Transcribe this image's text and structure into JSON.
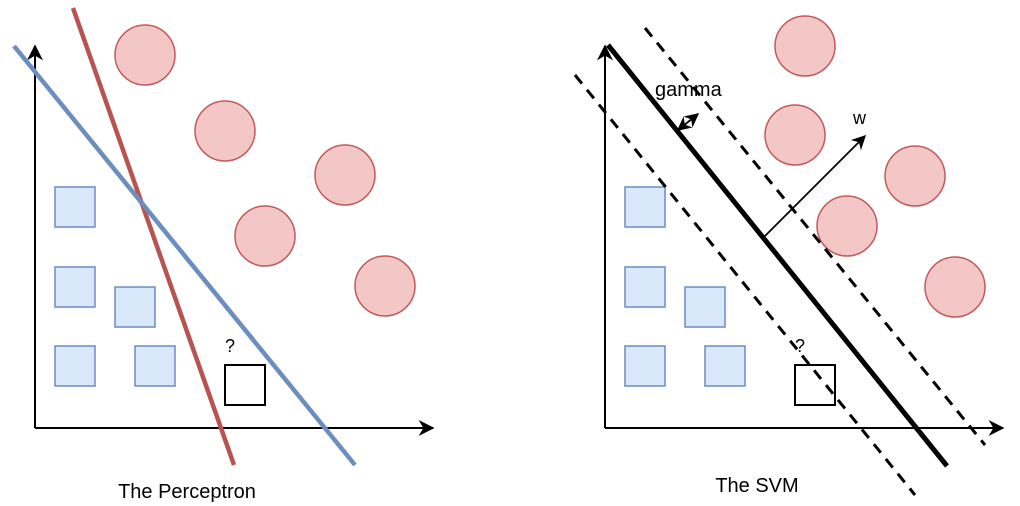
{
  "panels": [
    {
      "caption": "The Perceptron",
      "unknown_label": "?"
    },
    {
      "caption": "The SVM",
      "unknown_label": "?",
      "margin_label": "gamma",
      "normal_label": "w"
    }
  ],
  "colors": {
    "circle_fill": "#f4c7c7",
    "circle_stroke": "#c25a5a",
    "square_fill": "#dae8fc",
    "square_stroke": "#6c8ebf",
    "perceptron_line_red": "#b85450",
    "perceptron_line_blue": "#6c8ebf",
    "axis": "#000000"
  }
}
